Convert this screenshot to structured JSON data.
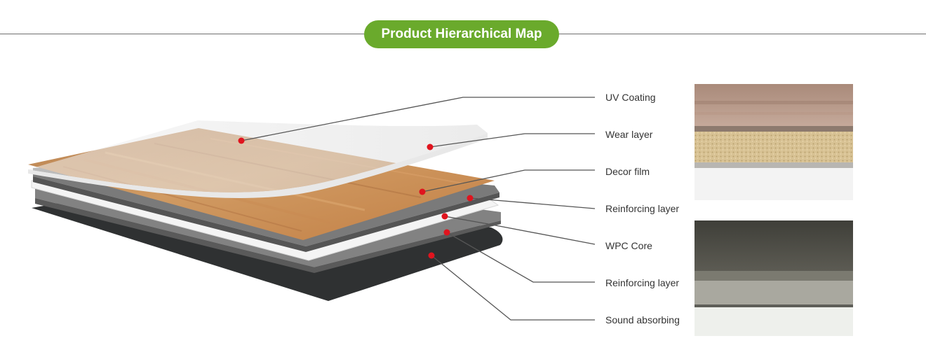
{
  "header": {
    "title": "Product Hierarchical Map"
  },
  "layers": [
    {
      "label": "UV Coating"
    },
    {
      "label": "Wear layer"
    },
    {
      "label": "Decor film"
    },
    {
      "label": "Reinforcing layer"
    },
    {
      "label": "WPC Core"
    },
    {
      "label": "Reinforcing layer"
    },
    {
      "label": "Sound absorbing"
    }
  ],
  "colors": {
    "accent_green": "#6aaa2c",
    "marker_red": "#e0141e",
    "leader_line": "#555555",
    "wood": "#c98e57",
    "grey_layer": "#7a7a7a",
    "dark_layer": "#2f3132"
  }
}
